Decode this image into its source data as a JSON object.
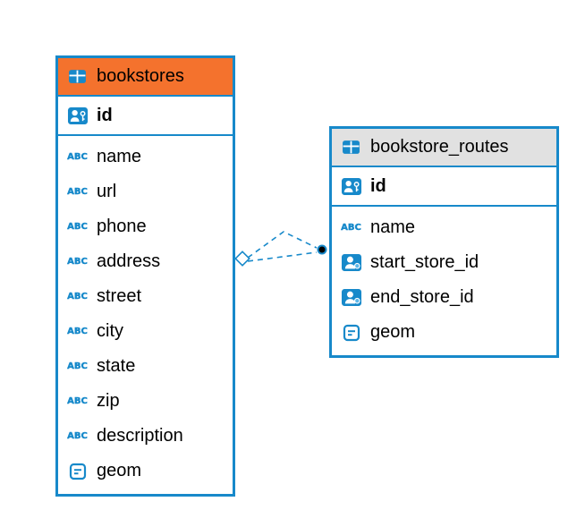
{
  "diagram": {
    "colors": {
      "table_border": "#1789ca",
      "bookstores_header": "#f4722d",
      "bookstore_routes_header": "#e1e1e1",
      "connection_line": "#1789ca"
    },
    "abc_icon_label": "ABC",
    "tables": [
      {
        "id": "bookstores",
        "title": "bookstores",
        "header_style": "orange",
        "key_columns": [
          {
            "label": "id",
            "icon": "person-key-icon"
          }
        ],
        "columns": [
          {
            "label": "name",
            "icon": "text-abc-icon"
          },
          {
            "label": "url",
            "icon": "text-abc-icon"
          },
          {
            "label": "phone",
            "icon": "text-abc-icon"
          },
          {
            "label": "address",
            "icon": "text-abc-icon"
          },
          {
            "label": "street",
            "icon": "text-abc-icon"
          },
          {
            "label": "city",
            "icon": "text-abc-icon"
          },
          {
            "label": "state",
            "icon": "text-abc-icon"
          },
          {
            "label": "zip",
            "icon": "text-abc-icon"
          },
          {
            "label": "description",
            "icon": "text-abc-icon"
          },
          {
            "label": "geom",
            "icon": "geometry-icon"
          }
        ]
      },
      {
        "id": "bookstore_routes",
        "title": "bookstore_routes",
        "header_style": "gray",
        "key_columns": [
          {
            "label": "id",
            "icon": "person-key-icon"
          }
        ],
        "columns": [
          {
            "label": "name",
            "icon": "text-abc-icon"
          },
          {
            "label": "start_store_id",
            "icon": "person-icon"
          },
          {
            "label": "end_store_id",
            "icon": "person-icon"
          },
          {
            "label": "geom",
            "icon": "geometry-icon"
          }
        ]
      }
    ]
  }
}
